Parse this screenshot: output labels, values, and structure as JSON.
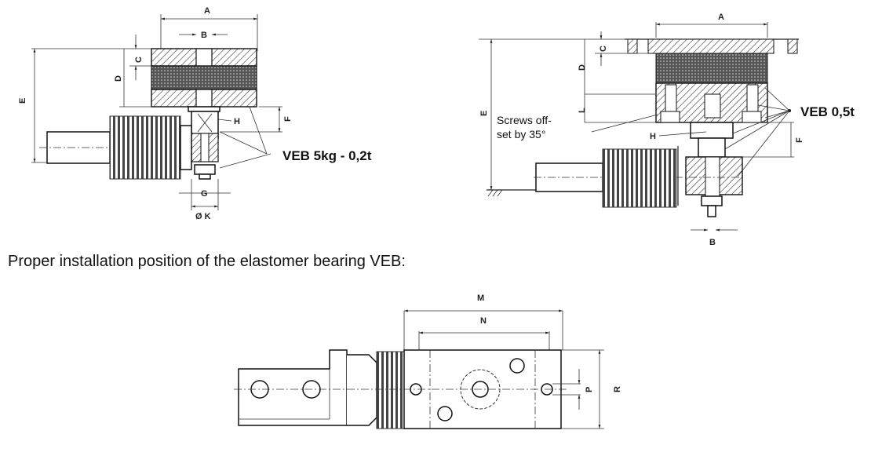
{
  "figure1": {
    "title": "VEB 5kg - 0,2t",
    "dims": {
      "A": "A",
      "B": "B",
      "C": "C",
      "D": "D",
      "E": "E",
      "F": "F",
      "G": "G",
      "H": "H",
      "K": "Ø K"
    }
  },
  "figure2": {
    "title": "VEB 0,5t",
    "note_line1": "Screws off-",
    "note_line2": "set by 35°",
    "dims": {
      "A": "A",
      "B": "B",
      "C": "C",
      "D": "D",
      "E": "E",
      "F": "F",
      "H": "H",
      "L": "L"
    }
  },
  "caption": "Proper installation position of the elastomer bearing VEB:",
  "figure3": {
    "dims": {
      "M": "M",
      "N": "N",
      "P": "P",
      "R": "R"
    }
  }
}
